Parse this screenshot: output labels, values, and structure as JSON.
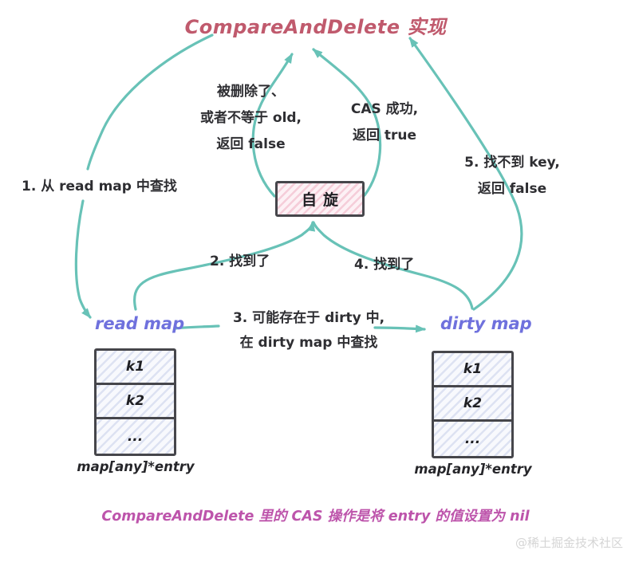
{
  "title": "CompareAndDelete 实现",
  "steps": {
    "step1": "1. 从 read map 中查找",
    "step2": "2. 找到了",
    "step3_line1": "3. 可能存在于 dirty 中,",
    "step3_line2": "在 dirty map 中查找",
    "step4": "4. 找到了",
    "step5_line1": "5. 找不到 key,",
    "step5_line2": "返回 false"
  },
  "outcomes": {
    "fail_line1": "被删除了、",
    "fail_line2": "或者不等于 old,",
    "fail_line3": "返回 false",
    "success_line1": "CAS 成功,",
    "success_line2": "返回 true"
  },
  "spin_box": {
    "label": "自旋"
  },
  "read_map": {
    "title": "read map",
    "rows": [
      "k1",
      "k2",
      "..."
    ],
    "caption": "map[any]*entry"
  },
  "dirty_map": {
    "title": "dirty map",
    "rows": [
      "k1",
      "k2",
      "..."
    ],
    "caption": "map[any]*entry"
  },
  "footer_note": "CompareAndDelete 里的 CAS 操作是将 entry 的值设置为 nil",
  "watermark": "@稀土掘金技术社区",
  "colors": {
    "arrow": "#68c2b7",
    "title": "#c05a6d",
    "map_title": "#6f71dd",
    "footer": "#bd54ab",
    "box_border": "#46464b",
    "text": "#2e2e32",
    "spin_fill": "#f5cdd9",
    "table_fill": "#dde2f2",
    "watermark": "#d5d5d5"
  }
}
